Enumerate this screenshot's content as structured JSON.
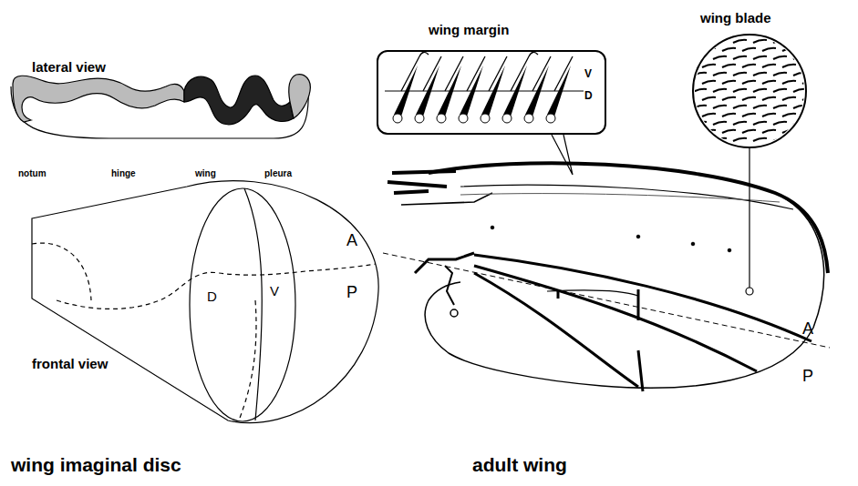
{
  "diagram": {
    "nodes": [
      {
        "text": [
          "wing margin",
          "V",
          "D"
        ]
      }
    ],
    "labels": [
      "lateral view",
      "notum",
      "hinge",
      "wing",
      "pleura",
      "D",
      "V",
      "A",
      "P",
      "frontal view",
      "wing imaginal disc",
      "wing blade",
      "A",
      "P",
      "adult wing"
    ]
  }
}
